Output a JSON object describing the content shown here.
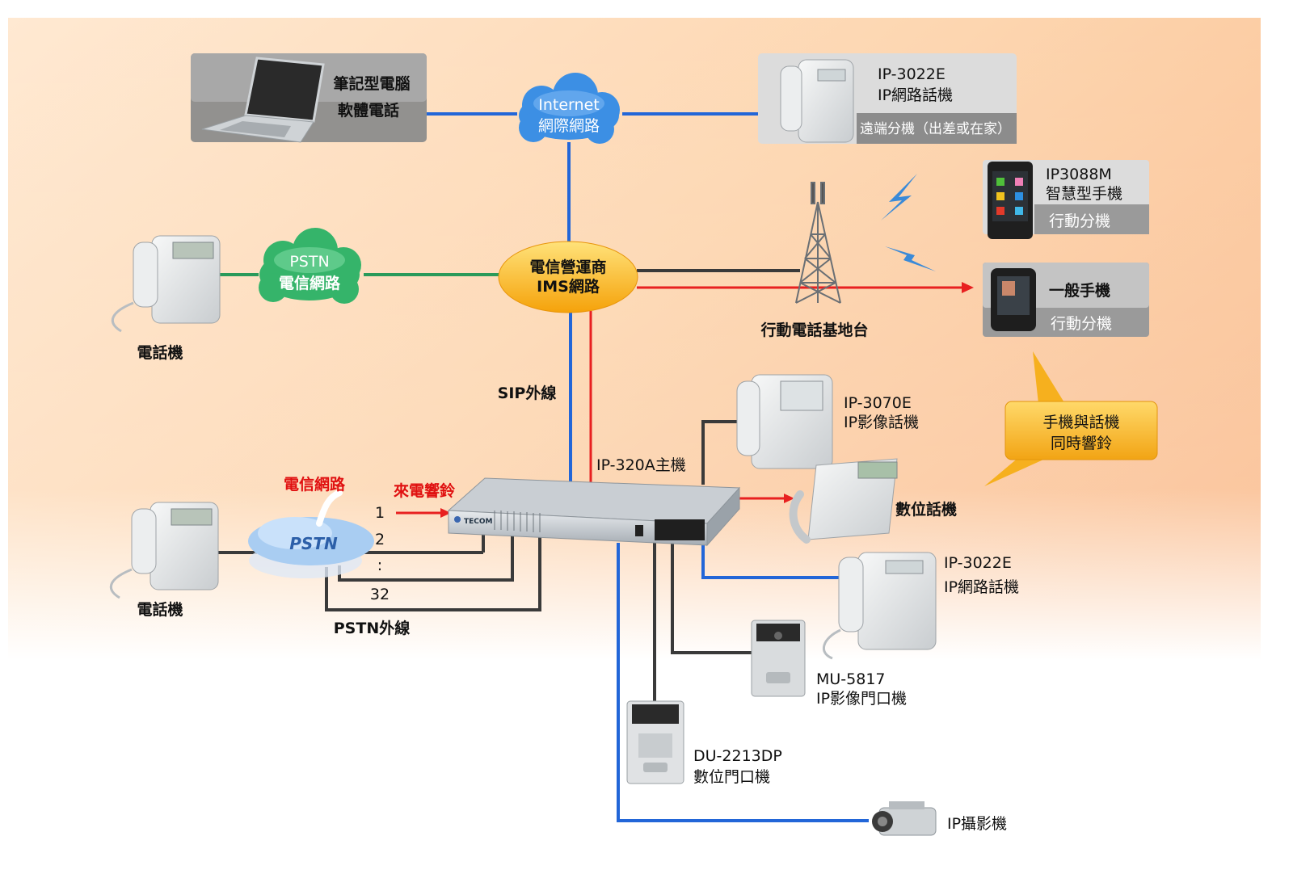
{
  "colors": {
    "internet_line": "#2266d8",
    "pstn_line": "#2a9a5a",
    "black_line": "#3a3a3a",
    "red_line": "#e82020",
    "cloud_blue": "#3c8fe4",
    "cloud_green": "#35b46a",
    "ims_orange": "#f7b21a",
    "callout_orange": "#f6b01e"
  },
  "clouds": {
    "internet": {
      "line1": "Internet",
      "line2": "網際網路"
    },
    "pstn": {
      "line1": "PSTN",
      "line2": "電信網路"
    },
    "ims": {
      "line1": "電信營運商",
      "line2": "IMS網路"
    },
    "pstn_small": {
      "label": "PSTN",
      "caption": "電信網路"
    }
  },
  "devices": {
    "laptop": {
      "line1": "筆記型電腦",
      "line2": "軟體電話"
    },
    "remote_phone": {
      "model": "IP-3022E",
      "name": "IP網路話機",
      "sub": "遠端分機（出差或在家）"
    },
    "smartphone": {
      "model": "IP3088M",
      "name": "智慧型手機",
      "sub": "行動分機"
    },
    "mobile": {
      "name": "一般手機",
      "sub": "行動分機"
    },
    "tower": {
      "label": "行動電話基地台"
    },
    "phone_top": {
      "label": "電話機"
    },
    "phone_bottom": {
      "label": "電話機"
    },
    "video_phone": {
      "model": "IP-3070E",
      "name": "IP影像話機"
    },
    "digital_phone": {
      "name": "數位話機"
    },
    "ip_phone": {
      "model": "IP-3022E",
      "name": "IP網路話機"
    },
    "door_ip": {
      "model": "MU-5817",
      "name": "IP影像門口機"
    },
    "door_digital": {
      "model": "DU-2213DP",
      "name": "數位門口機"
    },
    "camera": {
      "name": "IP攝影機"
    },
    "pbx": {
      "label": "IP-320A主機",
      "brand": "TECOM"
    }
  },
  "lines": {
    "sip": "SIP外線",
    "pstn_trunk": "PSTN外線",
    "incoming": "來電響鈴",
    "trunk_1": "1",
    "trunk_2": "2",
    "trunk_dots": ":",
    "trunk_32": "32"
  },
  "callout": {
    "line1": "手機與話機",
    "line2": "同時響鈴"
  }
}
